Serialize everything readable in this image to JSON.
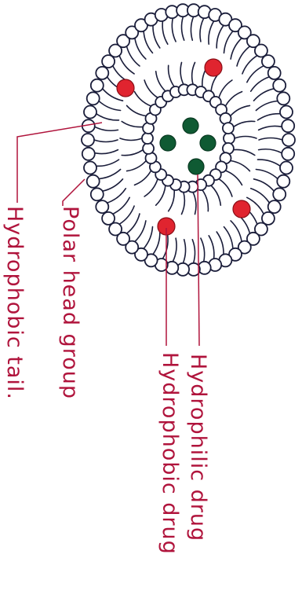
{
  "labels": {
    "hydrophilic_drug": "Hydrophilic drug",
    "hydrophobic_drug": "Hydrophobic drug",
    "polar_head_group": "Polar head group",
    "hydrophobic_tail": "Hydrophobic tail."
  },
  "colors": {
    "ink": "#1a1d3a",
    "label": "#b0143c",
    "hydrophobic_drug": "#e0242f",
    "hydrophilic_drug": "#0f5a33"
  }
}
